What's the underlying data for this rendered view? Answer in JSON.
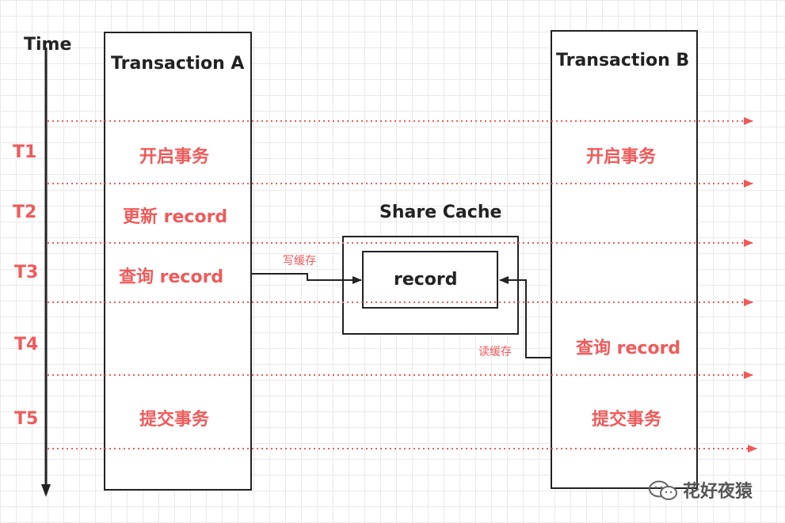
{
  "axis": {
    "label": "Time",
    "times": [
      "T1",
      "T2",
      "T3",
      "T4",
      "T5"
    ]
  },
  "transaction_a": {
    "title": "Transaction A",
    "steps": {
      "t1": "开启事务",
      "t2": "更新 record",
      "t3": "查询 record",
      "t5": "提交事务"
    }
  },
  "transaction_b": {
    "title": "Transaction B",
    "steps": {
      "t1": "开启事务",
      "t4": "查询 record",
      "t5": "提交事务"
    }
  },
  "cache": {
    "title": "Share Cache",
    "record": "record",
    "write_label": "写缓存",
    "read_label": "读缓存"
  },
  "watermark": "花好夜猿",
  "colors": {
    "red": "#f05a5a",
    "line": "#222222",
    "grid": "#e9e9e9"
  }
}
